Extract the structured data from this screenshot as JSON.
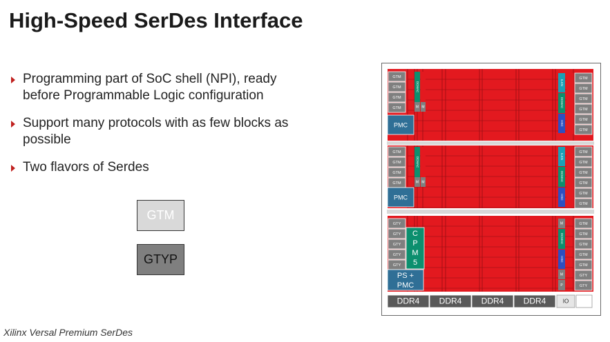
{
  "title": "High-Speed SerDes Interface",
  "bullets": [
    "Programming part of SoC shell (NPI), ready before Programmable Logic configuration",
    "Support many protocols with as few blocks as possible",
    "Two flavors of Serdes"
  ],
  "legend": {
    "gtm": {
      "label": "GTM",
      "color": "#d9d9d9",
      "text_color": "#ffffff"
    },
    "gtyp": {
      "label": "GTYP",
      "color": "#7f7f7f",
      "text_color": "#111111"
    }
  },
  "caption": "Xilinx Versal Premium SerDes",
  "colors": {
    "fabric": "#e3191f",
    "grid": "#8b0e12",
    "serdes": "#7f7f7f",
    "pmc": "#2f6f96",
    "dcmac": "#0c8f6e",
    "ilkn": "#1ba0b5",
    "hsc": "#2d4fc0",
    "ddr": "#595959"
  },
  "diagram": {
    "left_gt_labels": {
      "top": [
        "GTM",
        "GTM",
        "GTM",
        "GTM"
      ],
      "mid": [
        "GTM",
        "GTM",
        "GTM",
        "GTM"
      ],
      "bottom": [
        "GTY",
        "GTY",
        "GTY",
        "GTY",
        "GTY"
      ]
    },
    "right_gt_labels": {
      "top": [
        "GTM",
        "GTM",
        "GTM",
        "GTM",
        "GTM",
        "GTM"
      ],
      "mid": [
        "GTM",
        "GTM",
        "GTM",
        "GTM",
        "GTM",
        "GTM"
      ],
      "bottom": [
        "GTM",
        "GTM",
        "GTM",
        "GTM",
        "GTM",
        "GTY",
        "GTY"
      ]
    },
    "pmc_label": "PMC",
    "ps_pmc_label": [
      "PS +",
      "PMC"
    ],
    "cpm5_label": [
      "C",
      "P",
      "M",
      "5"
    ],
    "dcmac_label": "DCMAC",
    "ilkn_label": "ILKN",
    "hsc_label": "HSC",
    "mrmac_label": "M",
    "io_label": "IO",
    "ddr_labels": [
      "DDR4",
      "DDR4",
      "DDR4",
      "DDR4"
    ]
  }
}
